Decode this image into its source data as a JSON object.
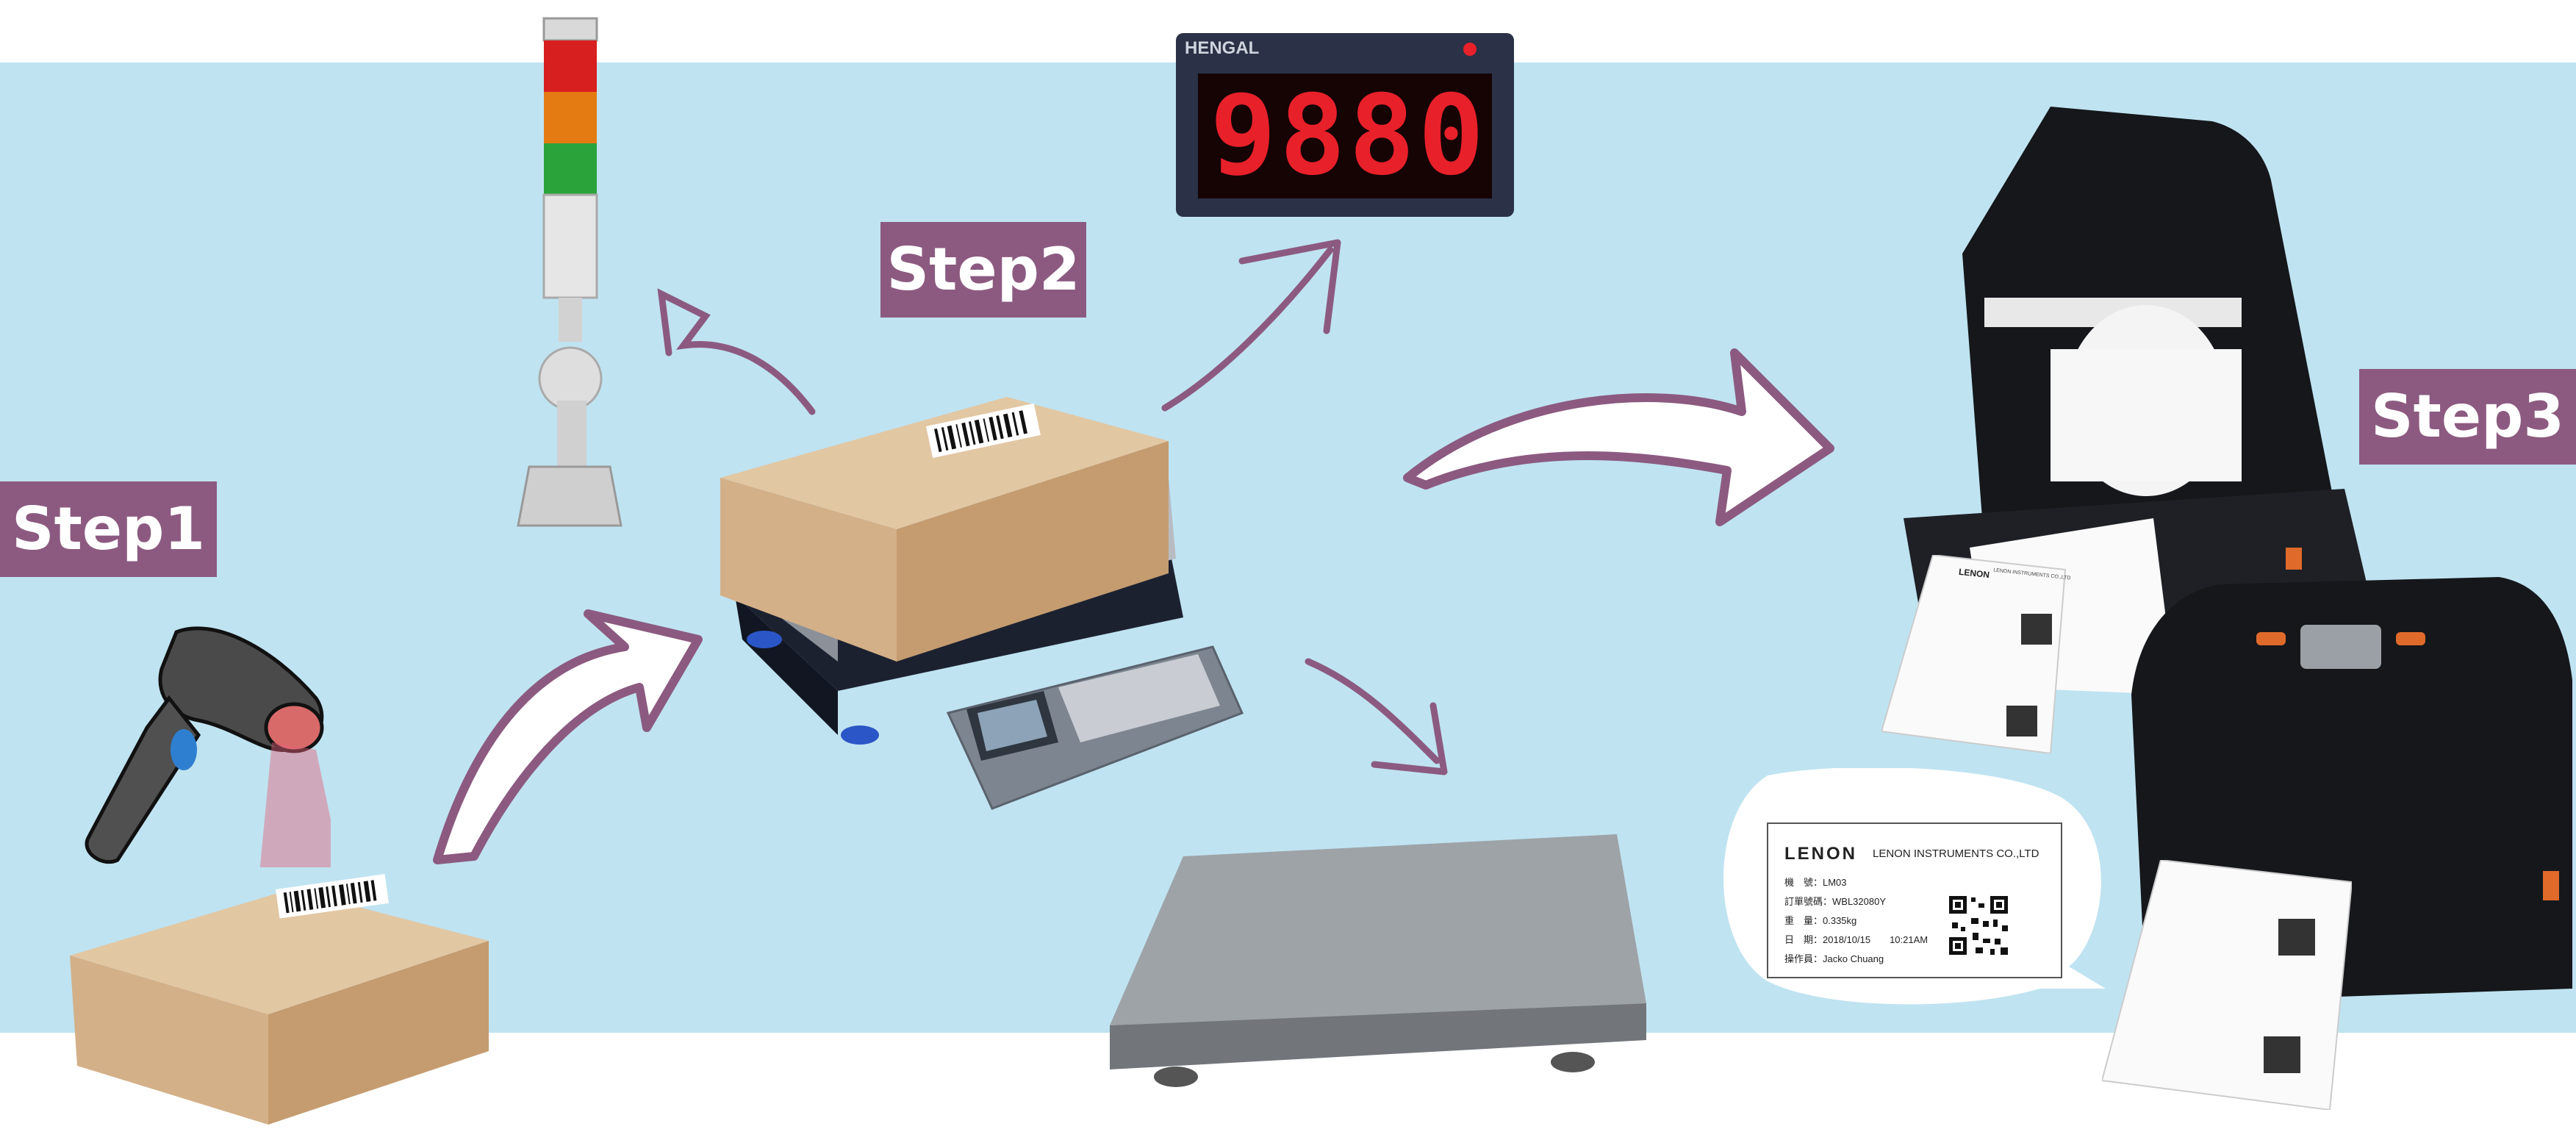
{
  "steps": {
    "step1": "Step1",
    "step2": "Step2",
    "step3": "Step3"
  },
  "display": {
    "brand": "HENGAL",
    "reading": "9880"
  },
  "label": {
    "logo": "LENON",
    "company": "LENON INSTRUMENTS CO.,LTD",
    "lines": [
      "機　號：LM03",
      "訂單號碼：WBL32080Y",
      "重　量：0.335kg",
      "日　期：2018/10/15　　10:21AM",
      "操作員：Jacko Chuang"
    ]
  },
  "printed_label_small": {
    "logo": "LENON",
    "company": "LENON INSTRUMENTS CO.,LTD"
  },
  "colors": {
    "background_band": "#bfe3f1",
    "step_badge": "#8c5a80",
    "arrow": "#8c5a80",
    "display_digits": "#e8202a"
  }
}
